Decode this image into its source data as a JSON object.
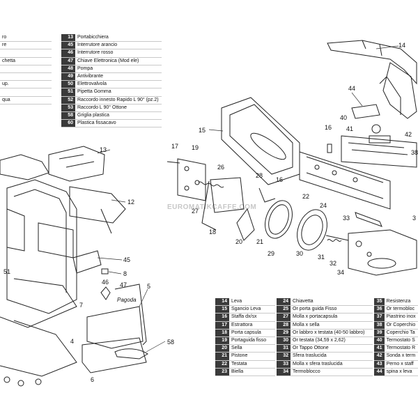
{
  "watermark": "EUROMATIKCAFFE.COM",
  "legend_top_left": [
    {
      "num": "",
      "label": "ro"
    },
    {
      "num": "",
      "label": "re"
    },
    {
      "num": "",
      "label": ""
    },
    {
      "num": "",
      "label": "chetta"
    },
    {
      "num": "",
      "label": ""
    },
    {
      "num": "",
      "label": ""
    },
    {
      "num": "",
      "label": "up."
    },
    {
      "num": "",
      "label": ""
    },
    {
      "num": "",
      "label": "qua"
    }
  ],
  "legend_top_mid": [
    {
      "num": "13",
      "label": "Portabicchiera"
    },
    {
      "num": "45",
      "label": "Interrutore arancio"
    },
    {
      "num": "46",
      "label": "Interrutore rosso"
    },
    {
      "num": "47",
      "label": "Chiave Elettronica (Mod ele)"
    },
    {
      "num": "48",
      "label": "Pompa"
    },
    {
      "num": "49",
      "label": "Antivibrante"
    },
    {
      "num": "50",
      "label": "Elettrovalvola"
    },
    {
      "num": "51",
      "label": "Pipetta Gomma"
    },
    {
      "num": "52",
      "label": "Raccordo innesto Rapido L 90° (pz.2)"
    },
    {
      "num": "53",
      "label": "Raccordo L 90° Ottone"
    },
    {
      "num": "58",
      "label": "Griglia plastica"
    },
    {
      "num": "60",
      "label": "Plastica fissacavo"
    }
  ],
  "legend_bottom_1": [
    {
      "num": "14",
      "label": "Leva"
    },
    {
      "num": "15",
      "label": "Sgancio Leva"
    },
    {
      "num": "16",
      "label": "Staffa dx/sx"
    },
    {
      "num": "17",
      "label": "Estrattora"
    },
    {
      "num": "18",
      "label": "Porta capsula"
    },
    {
      "num": "19",
      "label": "Portaguida fisso"
    },
    {
      "num": "20",
      "label": "Sella"
    },
    {
      "num": "21",
      "label": "Pistone"
    },
    {
      "num": "22",
      "label": "Testata"
    },
    {
      "num": "23",
      "label": "Biella"
    }
  ],
  "legend_bottom_2": [
    {
      "num": "24",
      "label": "Chiavetta"
    },
    {
      "num": "25",
      "label": "Or porta guida Fisso"
    },
    {
      "num": "27",
      "label": "Molla x portacapsula"
    },
    {
      "num": "28",
      "label": "Molla x sella"
    },
    {
      "num": "29",
      "label": "Or labbro x testata (40-50 labbro)"
    },
    {
      "num": "30",
      "label": "Or testata (34,59 x 2,62)"
    },
    {
      "num": "31",
      "label": "Or Tappo Ottone"
    },
    {
      "num": "32",
      "label": "Sfera traslucida"
    },
    {
      "num": "33",
      "label": "Molla x sfera traslucida"
    },
    {
      "num": "34",
      "label": "Termoblocco"
    }
  ],
  "legend_bottom_3": [
    {
      "num": "35",
      "label": "Resistenza"
    },
    {
      "num": "36",
      "label": "Or termobloc"
    },
    {
      "num": "37",
      "label": "Piastrino inox"
    },
    {
      "num": "38",
      "label": "Or Coperchio"
    },
    {
      "num": "39",
      "label": "Coperchio Ta"
    },
    {
      "num": "40",
      "label": "Termostato S"
    },
    {
      "num": "41",
      "label": "Termostato R"
    },
    {
      "num": "42",
      "label": "Sonda x term"
    },
    {
      "num": "43",
      "label": "Perno x staff"
    },
    {
      "num": "44",
      "label": "spina x leva"
    }
  ],
  "brand_on_part": "Pagoda",
  "callouts": [
    "14",
    "44",
    "40",
    "41",
    "42",
    "16",
    "38",
    "15",
    "17",
    "19",
    "26",
    "28",
    "16",
    "22",
    "24",
    "3",
    "27",
    "18",
    "20",
    "21",
    "29",
    "30",
    "31",
    "32",
    "33",
    "34",
    "13",
    "12",
    "45",
    "51",
    "8",
    "46",
    "47",
    "5",
    "7",
    "4",
    "6",
    "58"
  ]
}
